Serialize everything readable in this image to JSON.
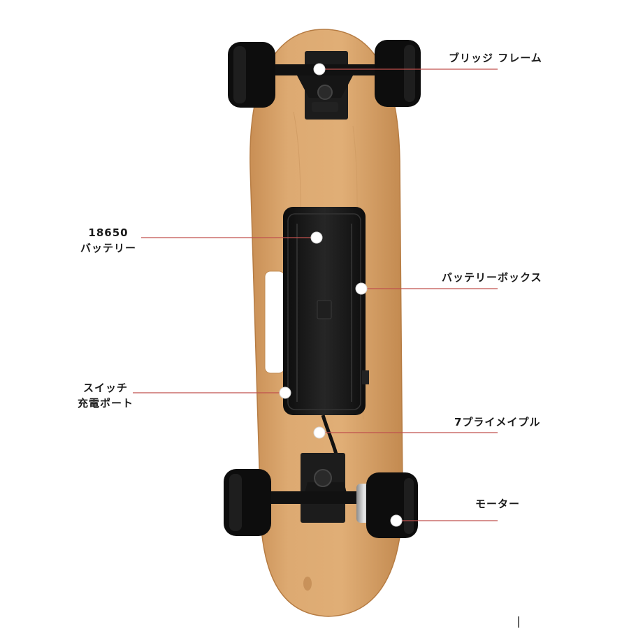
{
  "colors": {
    "deck": "#d9a46b",
    "deck_edge": "#c48a4f",
    "hardware": "#141414",
    "leader_line": "#c0504d",
    "marker": "#ffffff",
    "label": "#1a1a1a"
  },
  "labels": {
    "bridge_frame": "ブリッジ フレーム",
    "battery_18650_line1": "18650",
    "battery_18650_line2": "バッテリー",
    "battery_box": "バッテリーボックス",
    "switch_line1": "スイッチ",
    "switch_line2": "充電ポート",
    "maple": "7プライメイプル",
    "motor": "モーター"
  },
  "icons": [
    "skateboard-deck-illustration",
    "wheel-icon",
    "truck-icon",
    "battery-box-icon",
    "motor-icon"
  ]
}
